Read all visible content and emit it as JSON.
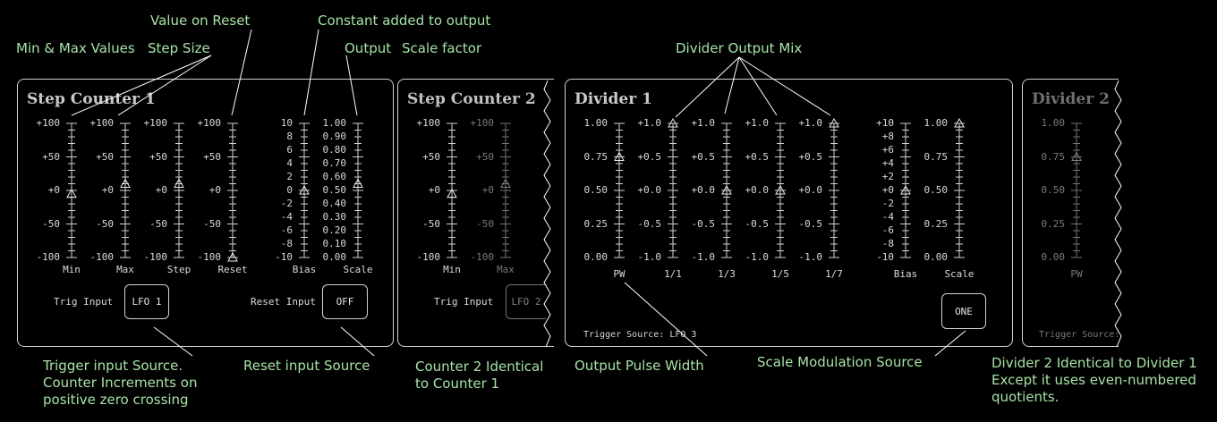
{
  "annotations": {
    "min_max": "Min & Max Values",
    "step_size": "Step Size",
    "value_on_reset": "Value on Reset",
    "constant": "Constant added to output",
    "output": "Output",
    "scale_factor": "Scale factor",
    "divider_mix": "Divider Output Mix",
    "trigger_source": [
      "Trigger input Source.",
      "Counter Increments on",
      "positive zero crossing"
    ],
    "reset_source": "Reset input Source",
    "counter2": [
      "Counter 2 Identical",
      "to Counter 1"
    ],
    "pulse_width": "Output Pulse Width",
    "scale_mod": "Scale Modulation Source",
    "divider2": [
      "Divider 2 Identical to Divider 1",
      "Except it uses even-numbered",
      "quotients."
    ]
  },
  "step_counter_1": {
    "title": "Step Counter 1",
    "sliders": [
      {
        "label": "Min",
        "scale": [
          "+100",
          "+50",
          "+0",
          "-50",
          "-100"
        ],
        "value": -0.05
      },
      {
        "label": "Max",
        "scale": [
          "+100",
          "+50",
          "+0",
          "-50",
          "-100"
        ],
        "value": 0.1
      },
      {
        "label": "Step",
        "scale": [
          "+100",
          "+50",
          "+0",
          "-50",
          "-100"
        ],
        "value": 0.1
      },
      {
        "label": "Reset",
        "scale": [
          "+100",
          "+50",
          "+0",
          "-50",
          "-100"
        ],
        "value": -1.0
      },
      {
        "label": "Bias",
        "scale": [
          "10",
          "8",
          "6",
          "4",
          "2",
          "0",
          "-2",
          "-4",
          "-6",
          "-8",
          "-10"
        ],
        "value": 0.0
      },
      {
        "label": "Scale",
        "scale": [
          "1.00",
          "0.90",
          "0.80",
          "0.70",
          "0.60",
          "0.50",
          "0.40",
          "0.30",
          "0.20",
          "0.10",
          "0.00"
        ],
        "value": 0.1
      }
    ],
    "trig_input_label": "Trig Input",
    "trig_input_value": "LFO 1",
    "reset_input_label": "Reset Input",
    "reset_input_value": "OFF"
  },
  "step_counter_2": {
    "title": "Step Counter 2",
    "sliders": [
      {
        "label": "Min",
        "scale": [
          "+100",
          "+50",
          "+0",
          "-50",
          "-100"
        ],
        "value": -0.05
      },
      {
        "label": "Max",
        "scale": [
          "+100",
          "+50",
          "+0",
          "-50",
          "-100"
        ],
        "value": 0.1
      }
    ],
    "trig_input_label": "Trig Input",
    "trig_input_value": "LFO 2"
  },
  "divider_1": {
    "title": "Divider 1",
    "sliders": [
      {
        "label": "PW",
        "scale": [
          "1.00",
          "0.75",
          "0.50",
          "0.25",
          "0.00"
        ],
        "value": 0.5
      },
      {
        "label": "1/1",
        "scale": [
          "+1.0",
          "+0.5",
          "+0.0",
          "-0.5",
          "-1.0"
        ],
        "value": 1.0
      },
      {
        "label": "1/3",
        "scale": [
          "+1.0",
          "+0.5",
          "+0.0",
          "-0.5",
          "-1.0"
        ],
        "value": 0.0
      },
      {
        "label": "1/5",
        "scale": [
          "+1.0",
          "+0.5",
          "+0.0",
          "-0.5",
          "-1.0"
        ],
        "value": 0.0
      },
      {
        "label": "1/7",
        "scale": [
          "+1.0",
          "+0.5",
          "+0.0",
          "-0.5",
          "-1.0"
        ],
        "value": 1.0
      },
      {
        "label": "Bias",
        "scale": [
          "+10",
          "+8",
          "+6",
          "+4",
          "+2",
          "+0",
          "-2",
          "-4",
          "-6",
          "-8",
          "-10"
        ],
        "value": 0.0
      },
      {
        "label": "Scale",
        "scale": [
          "1.00",
          "0.75",
          "0.50",
          "0.25",
          "0.00"
        ],
        "value": 1.0
      }
    ],
    "trigger_source": "Trigger Source: LFO 3",
    "scale_mod_value": "ONE"
  },
  "divider_2": {
    "title": "Divider 2",
    "sliders": [
      {
        "label": "PW",
        "scale": [
          "1.00",
          "0.75",
          "0.50",
          "0.25",
          "0.00"
        ],
        "value": 0.5
      }
    ],
    "trigger_source": "Trigger Source:"
  }
}
